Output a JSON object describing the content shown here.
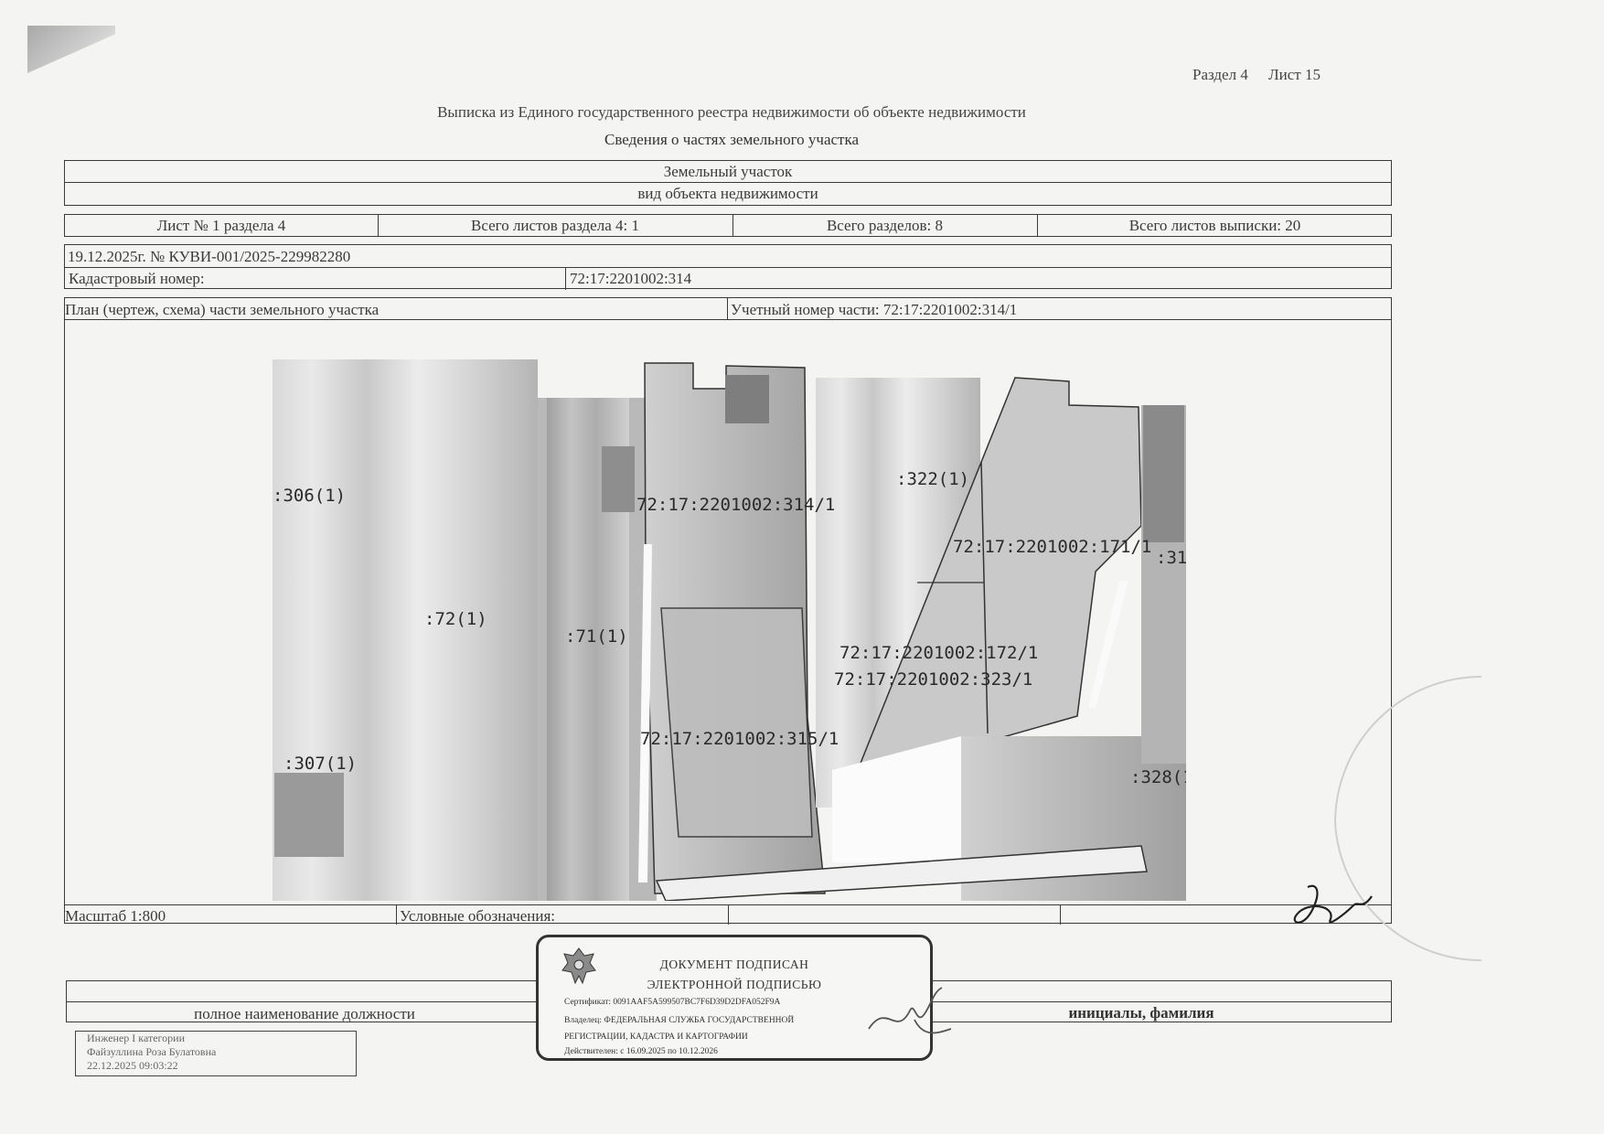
{
  "header": {
    "section": "Раздел 4",
    "sheet": "Лист 15",
    "title": "Выписка из Единого государственного реестра недвижимости об объекте недвижимости",
    "subtitle": "Сведения о частях земельного участка"
  },
  "object": {
    "type": "Земельный участок",
    "type_caption": "вид объекта недвижимости"
  },
  "sheet_info": {
    "sheet_of_section": "Лист № 1 раздела 4",
    "total_section_sheets": "Всего листов раздела 4: 1",
    "total_sections": "Всего разделов: 8",
    "total_extract_sheets": "Всего листов выписки: 20"
  },
  "document": {
    "date_number": "19.12.2025г. № КУВИ-001/2025-229982280",
    "cadastral_label": "Кадастровый номер:",
    "cadastral_value": "72:17:2201002:314"
  },
  "plan": {
    "label": "План (чертеж, схема) части земельного участка",
    "part_number": "Учетный номер части: 72:17:2201002:314/1",
    "map_labels": [
      ":306(1)",
      "72:17:2201002:314/1",
      ":322(1)",
      "72:17:2201002:171/1",
      ":31",
      ":72(1)",
      ":71(1)",
      "72:17:2201002:172/1",
      "72:17:2201002:323/1",
      "72:17:2201002:315/1",
      ":307(1)",
      ":328(1"
    ],
    "scale": "Масштаб 1:800",
    "legend_label": "Условные обозначения:"
  },
  "footer": {
    "position_caption": "полное наименование должности",
    "name_caption": "инициалы, фамилия",
    "signer_lines": [
      "Инженер I категории",
      "Файзуллина Роза Булатовна",
      "22.12.2025 09:03:22"
    ]
  },
  "stamp": {
    "line1": "ДОКУМЕНТ ПОДПИСАН",
    "line2": "ЭЛЕКТРОННОЙ ПОДПИСЬЮ",
    "certificate": "Сертификат: 0091AAF5A599507BC7F6D39D2DFA052F9A",
    "owner_line1": "Владелец: ФЕДЕРАЛЬНАЯ СЛУЖБА ГОСУДАРСТВЕННОЙ",
    "owner_line2": "РЕГИСТРАЦИИ, КАДАСТРА И КАРТОГРАФИИ",
    "validity": "Действителен: с 16.09.2025 по 10.12.2026"
  },
  "colors": {
    "ink": "#3a3a3a",
    "paper": "#f4f4f2",
    "map_dark": "#8c8c8c",
    "map_light": "#dedede"
  }
}
